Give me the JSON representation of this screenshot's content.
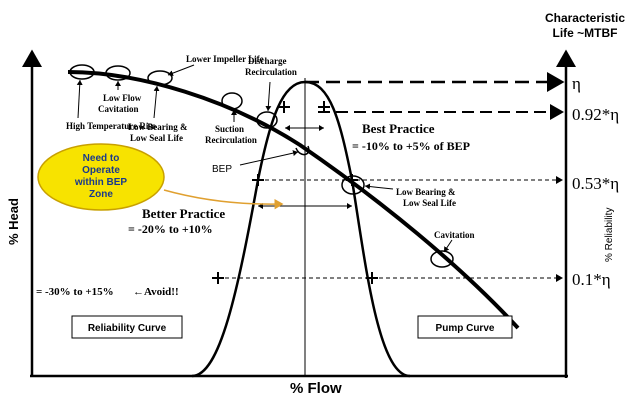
{
  "header": {
    "characteristic_line1": "Characteristic",
    "characteristic_line2": "Life ~MTBF"
  },
  "axes": {
    "y_label": "% Head",
    "x_label": "% Flow",
    "right_label": "% Reliability"
  },
  "eta_levels": [
    "η",
    "0.92*η",
    "0.53*η",
    "0.1*η"
  ],
  "pump_curve_labels": {
    "high_temp": "High Temperature Rise",
    "low_flow_1": "Low Flow",
    "low_flow_2": "Cavitation",
    "low_bearing_left_1": "Low Bearing &",
    "low_bearing_left_2": "Low Seal Life",
    "lower_impeller": "Lower Impeller Life",
    "suction_1": "Suction",
    "suction_2": "Recirculation",
    "discharge_1": "Discharge",
    "discharge_2": "Recirculation",
    "low_bearing_right_1": "Low Bearing  &",
    "low_bearing_right_2": "Low Seal Life",
    "cavitation_right": "Cavitation",
    "bep": "BEP"
  },
  "practices": {
    "best_title": "Best Practice",
    "best_range": "= -10% to +5% of BEP",
    "better_title": "Better Practice",
    "better_range": "= -20% to +10%",
    "avoid_range": "= -30% to +15%",
    "avoid_label": "←Avoid!!"
  },
  "callout": {
    "line1": "Need to",
    "line2": "Operate",
    "line3": "within BEP",
    "line4": "Zone",
    "fill_color": "#f7e300"
  },
  "boxes": {
    "reliability": "Reliability Curve",
    "pump": "Pump Curve"
  },
  "colors": {
    "ink": "#000000",
    "arrow": "#e0a030"
  }
}
